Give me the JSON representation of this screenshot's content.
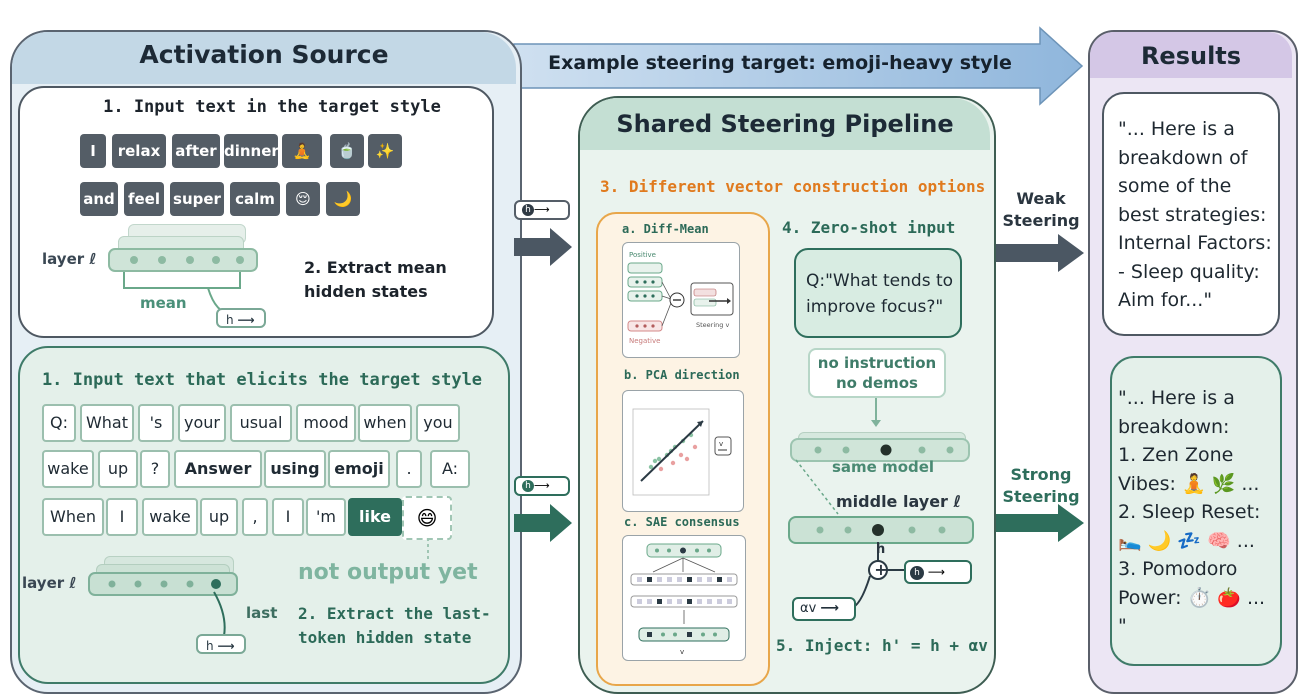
{
  "banner": {
    "text": "Example steering target: emoji-heavy style"
  },
  "activation": {
    "title": "Activation Source",
    "style_box": {
      "step1": "1. Input text in the target style",
      "row1": [
        "I",
        "relax",
        "after",
        "dinner",
        "🧘",
        "🍵",
        "✨"
      ],
      "row2": [
        "and",
        "feel",
        "super",
        "calm",
        "😌",
        "🌙"
      ],
      "layer_label": "layer ℓ",
      "mean_label": "mean",
      "h_label": "h",
      "step2": "2. Extract mean\nhidden states"
    },
    "elicit_box": {
      "step1": "1. Input text that elicits the target style",
      "row1": [
        "Q:",
        "What",
        "'s",
        "your",
        "usual",
        "mood",
        "when",
        "you"
      ],
      "row2": [
        "wake",
        "up",
        "?",
        "Answer",
        "using",
        "emoji",
        ".",
        "A:"
      ],
      "row3": [
        "When",
        "I",
        "wake",
        "up",
        ",",
        "I",
        "'m",
        "like"
      ],
      "placeholder_emoji": "😄",
      "not_output": "not output yet",
      "layer_label": "layer ℓ",
      "last_label": "last",
      "h_label": "h",
      "step2": "2. Extract the last-\ntoken hidden state"
    }
  },
  "pipeline": {
    "title": "Shared Steering Pipeline",
    "step3": "3. Different vector construction options",
    "options": {
      "diff_mean": "a. Diff-Mean",
      "positive": "Positive",
      "negative": "Negative",
      "steering_v": "Steering v",
      "pca": "b. PCA direction",
      "pca_v": "v",
      "sae": "c. SAE consensus",
      "sae_v": "v"
    },
    "step4": "4. Zero-shot input",
    "question": "Q:\"What tends to\nimprove focus?\"",
    "no_instr": "no instruction\nno demos",
    "same_model": "same model",
    "middle_layer": "middle layer ℓ",
    "h": "h",
    "h_inject": "h",
    "av": "αv",
    "plus": "+",
    "step5": "5. Inject: h' = h + αv",
    "pill_h": "h"
  },
  "arrows": {
    "weak": "Weak\nSteering",
    "strong": "Strong\nSteering"
  },
  "results": {
    "title": "Results",
    "weak_text": "\"... Here is a\nbreakdown of\nsome of the\nbest strategies:\nInternal Factors:\n- Sleep quality:\nAim for...\"",
    "strong_text": "\"... Here is a\nbreakdown:\n1. Zen Zone\nVibes: 🧘 🌿 ...\n2. Sleep Reset:\n🛌 🌙 💤 🧠 ...\n3. Pomodoro\nPower: ⏱️ 🍅 ...\n\""
  },
  "colors": {
    "dark_token": "#545d66",
    "teal": "#2e6e5c",
    "orange": "#e07a1e",
    "banner": "#a9cbe6"
  }
}
